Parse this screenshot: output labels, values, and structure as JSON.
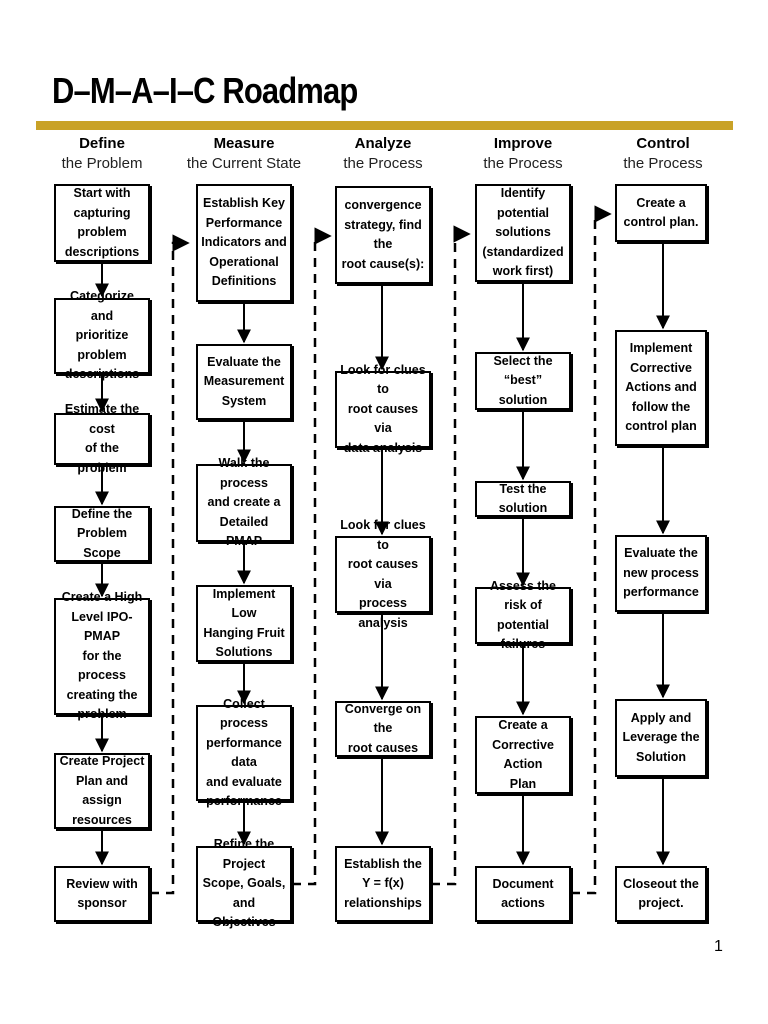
{
  "title": "D–M–A–I–C Roadmap",
  "page_number": "1",
  "colors": {
    "accent": "#c9a227",
    "ink": "#000000"
  },
  "columns": [
    {
      "name": "Define",
      "subtitle": "the Problem",
      "steps": [
        "Start with\ncapturing problem\ndescriptions",
        "Categorize and\nprioritize  problem\ndescriptions",
        "Estimate the cost\nof the problem",
        "Define the\nProblem Scope",
        "Create a High\nLevel IPO-PMAP\nfor the process\ncreating the\nproblem",
        "Create Project\nPlan and assign\nresources",
        "Review with\nsponsor"
      ]
    },
    {
      "name": "Measure",
      "subtitle": "the Current State",
      "steps": [
        "Establish Key\nPerformance\nIndicators and\nOperational\nDefinitions",
        "Evaluate the\nMeasurement\nSystem",
        "Walk the process\nand create a\nDetailed PMAP",
        "Implement Low\nHanging Fruit\nSolutions",
        "Collect process\nperformance data\nand evaluate\nperformance",
        "Refine the Project\nScope, Goals, and\nObjectives"
      ]
    },
    {
      "name": "Analyze",
      "subtitle": "the Process",
      "steps": [
        "convergence\nstrategy, find the\nroot cause(s):",
        "Look for clues to\nroot causes via\ndata analysis",
        "Look for clues to\nroot causes via\nprocess analysis",
        "Converge on the\nroot causes",
        "Establish the\nY = f(x)\nrelationships"
      ]
    },
    {
      "name": "Improve",
      "subtitle": "the Process",
      "steps": [
        "Identify potential\nsolutions\n(standardized\nwork first)",
        "Select the “best”\nsolution",
        "Test the solution",
        "Assess the risk of\npotential failures",
        "Create a\nCorrective Action\nPlan",
        "Document\nactions"
      ]
    },
    {
      "name": "Control",
      "subtitle": "the Process",
      "steps": [
        "Create a\ncontrol plan.",
        "Implement\nCorrective\nActions and\nfollow the\ncontrol plan",
        "Evaluate the\nnew process\nperformance",
        "Apply and\nLeverage the\nSolution",
        "Closeout the\nproject."
      ]
    }
  ]
}
